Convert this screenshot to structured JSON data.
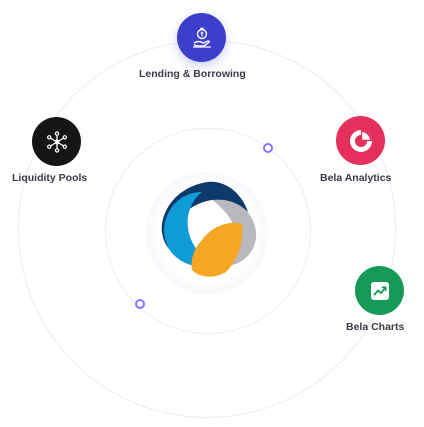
{
  "features": {
    "lending": {
      "label": "Lending & Borrowing",
      "icon": "hand-coin-icon",
      "color": "#3b3fcc"
    },
    "liquidity": {
      "label": "Liquidity Pools",
      "icon": "network-hub-icon",
      "color": "#151516"
    },
    "analytics": {
      "label": "Bela Analytics",
      "icon": "pie-chart-icon",
      "color": "#e5305c"
    },
    "charts": {
      "label": "Bela Charts",
      "icon": "line-chart-icon",
      "color": "#159a58"
    }
  },
  "center": {
    "logo": "bela-logo",
    "colors": [
      "#0e3a6b",
      "#0e9bd6",
      "#f5a623",
      "#b8b8bf"
    ]
  },
  "accent": "#8a72ff"
}
